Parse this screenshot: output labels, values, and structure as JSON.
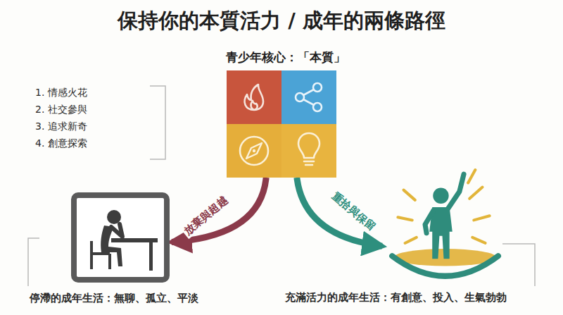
{
  "diagram": {
    "title": "保持你的本質活力 / 成年的兩條路徑",
    "nodes": [
      {
        "text": [
          "青少年核心：「本質」"
        ]
      },
      {
        "text": [
          "停滯的成年生活：無聊、孤立、平淡"
        ]
      },
      {
        "text": [
          "充滿活力的成年生活：有創意、投入、生氣勃勃"
        ]
      }
    ],
    "edges": [
      {
        "from": 0,
        "to": 1,
        "label": "放棄與超越",
        "arrow": "to"
      },
      {
        "from": 0,
        "to": 2,
        "label": "重拾與保留",
        "arrow": "to"
      }
    ],
    "labels": [
      "1. 情感火花",
      "2. 社交參與",
      "3. 追求新奇",
      "4. 創意探索"
    ]
  }
}
